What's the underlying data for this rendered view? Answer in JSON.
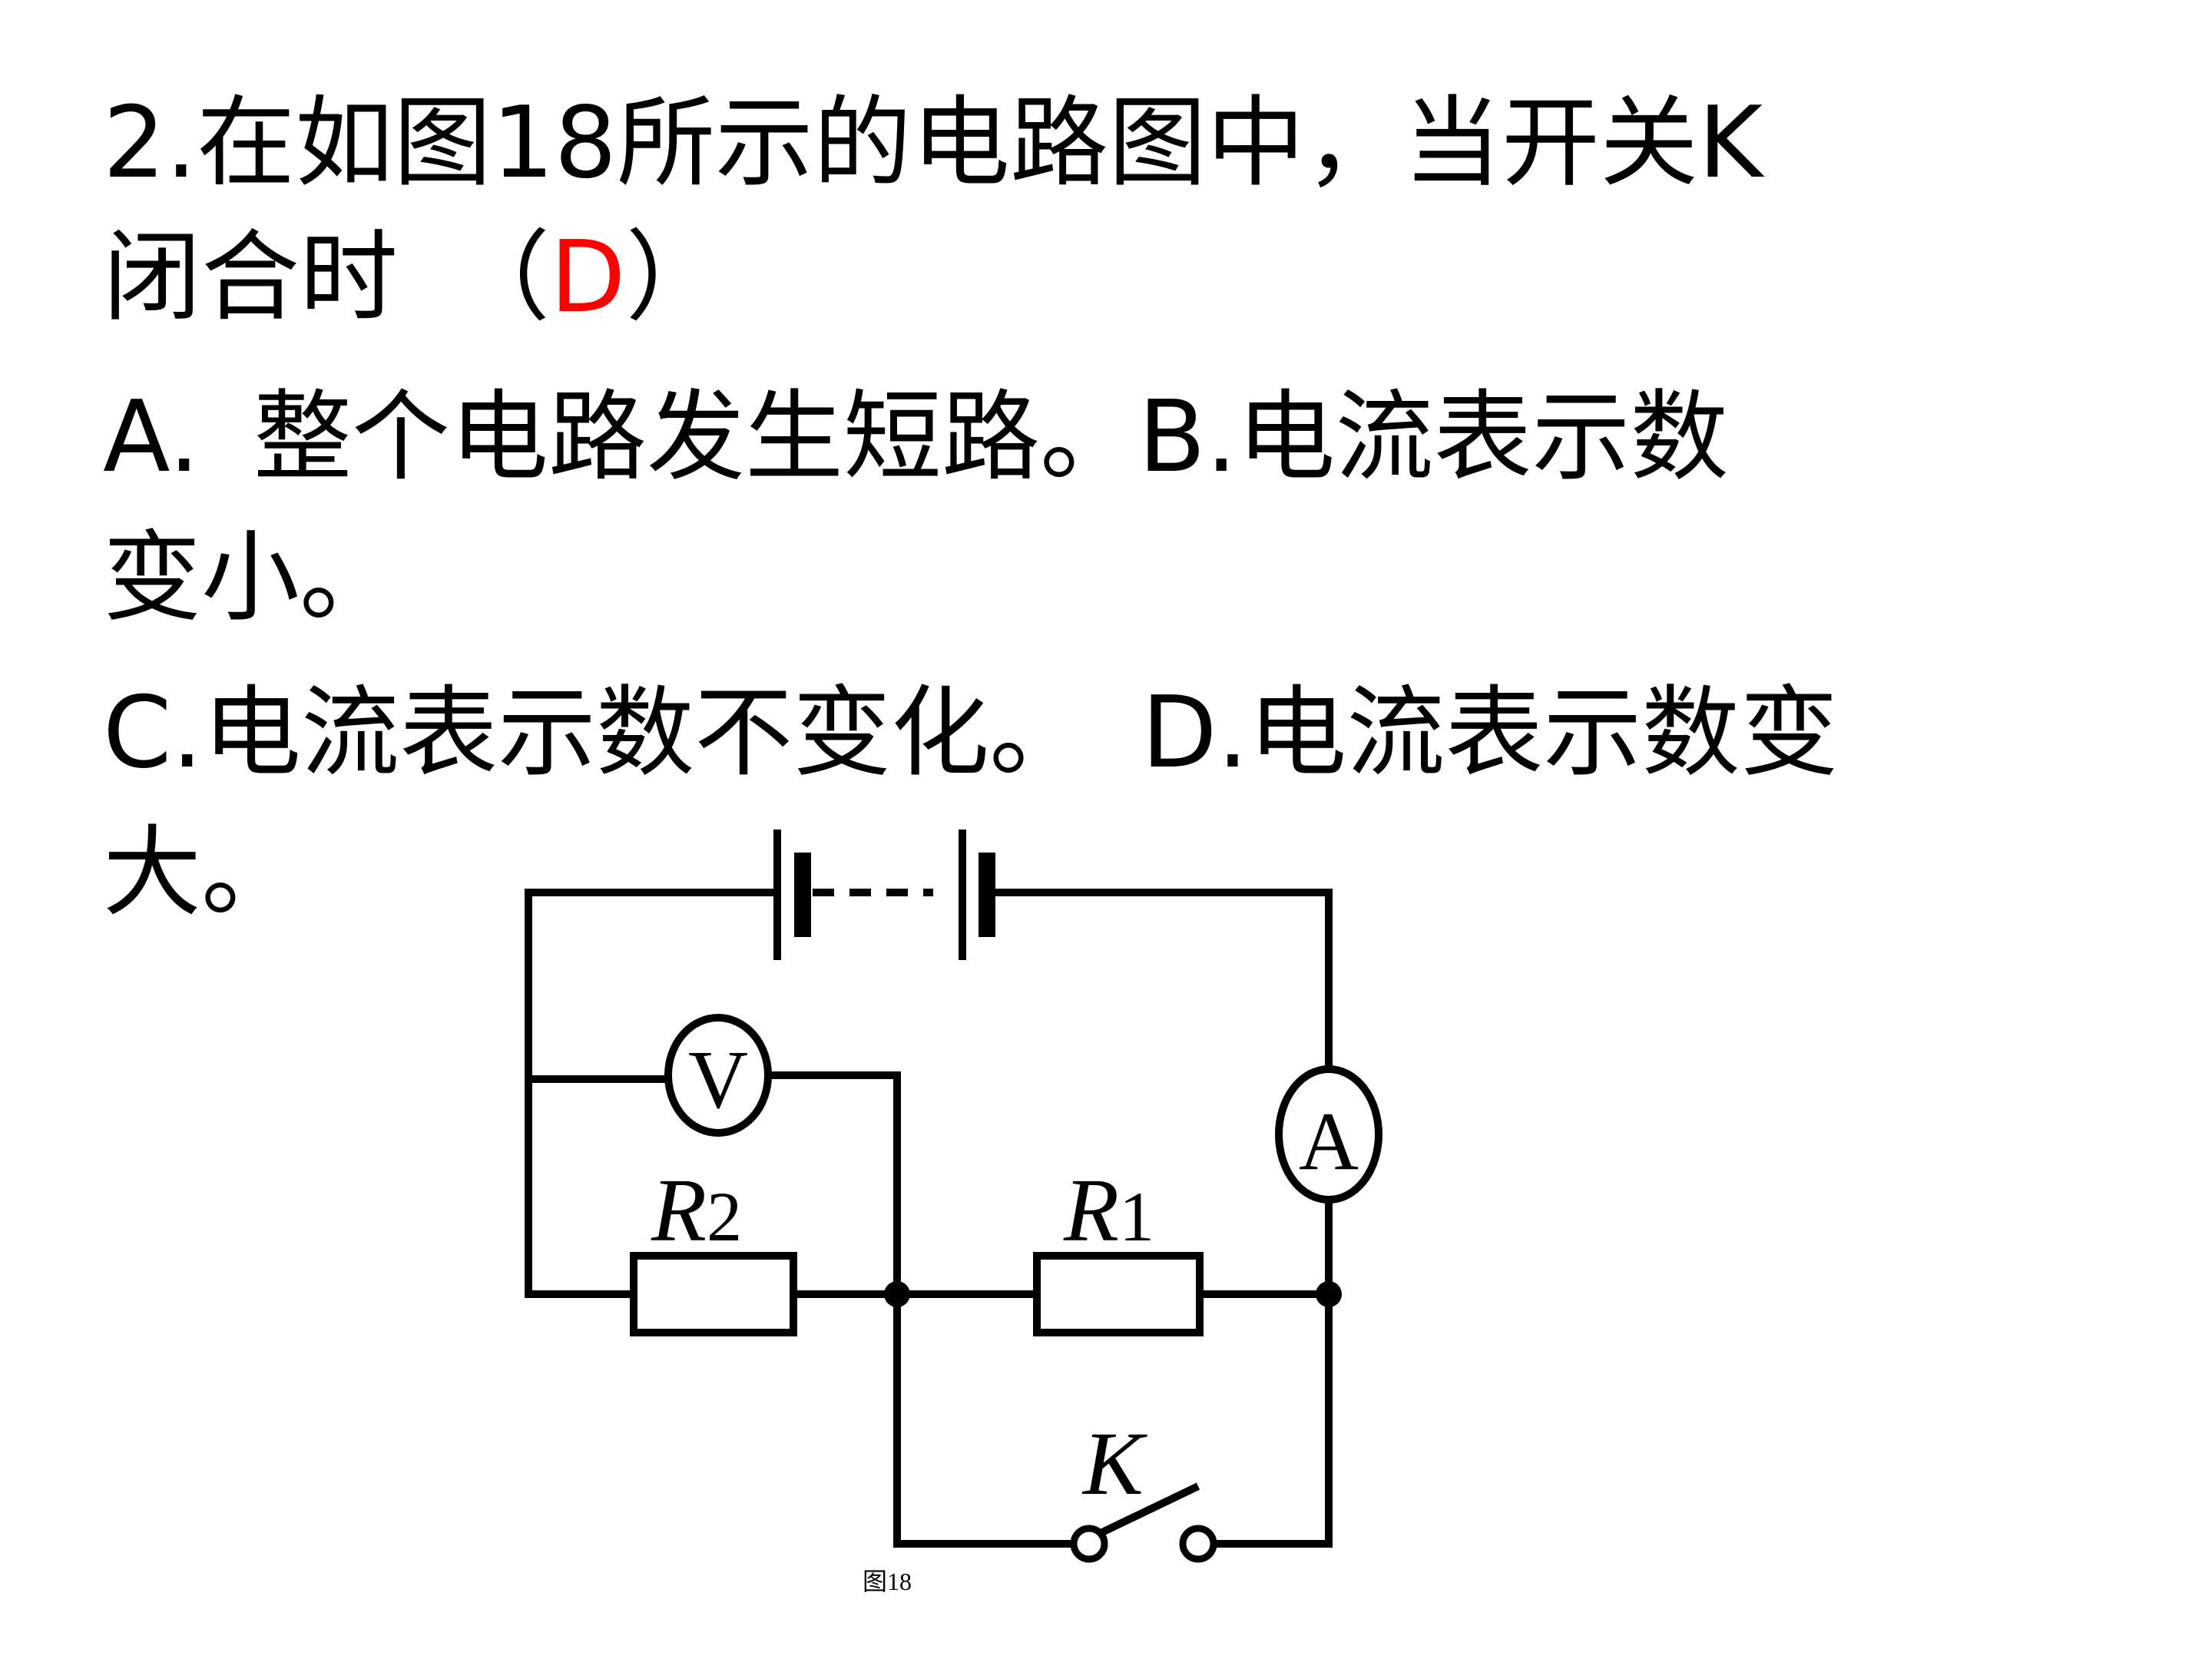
{
  "question": {
    "line1": "2.在如图18所示的电路图中，当开关K",
    "line2_prefix": "闭合时",
    "paren_open": "（",
    "answer": "D",
    "paren_close": "）"
  },
  "options": {
    "a_label": "A.",
    "a_text": "整个电路发生短路。",
    "b_label": "B.",
    "b_text": "电流表示数",
    "b_cont": "变小。",
    "c_label": "C.",
    "c_text": "电流表示数不变化。",
    "d_label": "D.",
    "d_text": "电流表示数变",
    "d_cont": "大。"
  },
  "circuit": {
    "voltmeter": "V",
    "ammeter": "A",
    "r2_letter": "R",
    "r2_sub": "2",
    "r1_letter": "R",
    "r1_sub": "1",
    "switch": "K",
    "caption": "图18"
  },
  "colors": {
    "text": "#000000",
    "answer": "#ff0000",
    "wire": "#000000"
  }
}
